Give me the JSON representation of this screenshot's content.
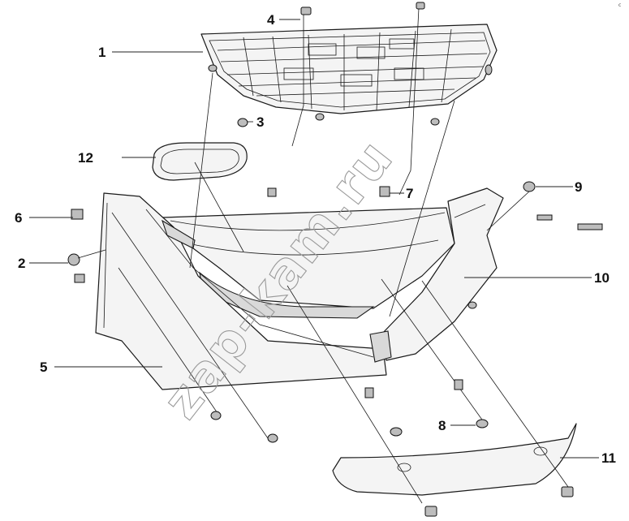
{
  "diagram": {
    "callouts": [
      {
        "id": "1",
        "label": "1"
      },
      {
        "id": "2",
        "label": "2"
      },
      {
        "id": "3",
        "label": "3"
      },
      {
        "id": "4",
        "label": "4"
      },
      {
        "id": "5",
        "label": "5"
      },
      {
        "id": "6",
        "label": "6"
      },
      {
        "id": "7",
        "label": "7"
      },
      {
        "id": "8",
        "label": "8"
      },
      {
        "id": "9",
        "label": "9"
      },
      {
        "id": "10",
        "label": "10"
      },
      {
        "id": "11",
        "label": "11"
      },
      {
        "id": "12",
        "label": "12"
      }
    ],
    "watermark": "zap-kam.ru",
    "corner_mark": "c"
  }
}
